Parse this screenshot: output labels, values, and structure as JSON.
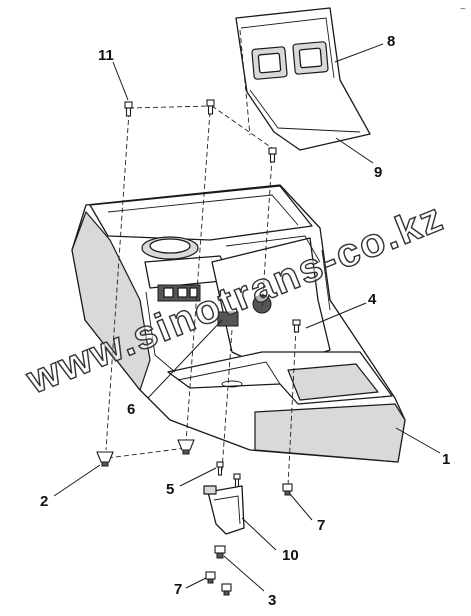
{
  "watermark": "www.sinotrans-co.kz",
  "corner_mark": "~",
  "callouts": {
    "c1": "1",
    "c2": "2",
    "c3": "3",
    "c4": "4",
    "c5": "5",
    "c6": "6",
    "c7a": "7",
    "c7b": "7",
    "c8": "8",
    "c9": "9",
    "c10": "10",
    "c11": "11"
  }
}
